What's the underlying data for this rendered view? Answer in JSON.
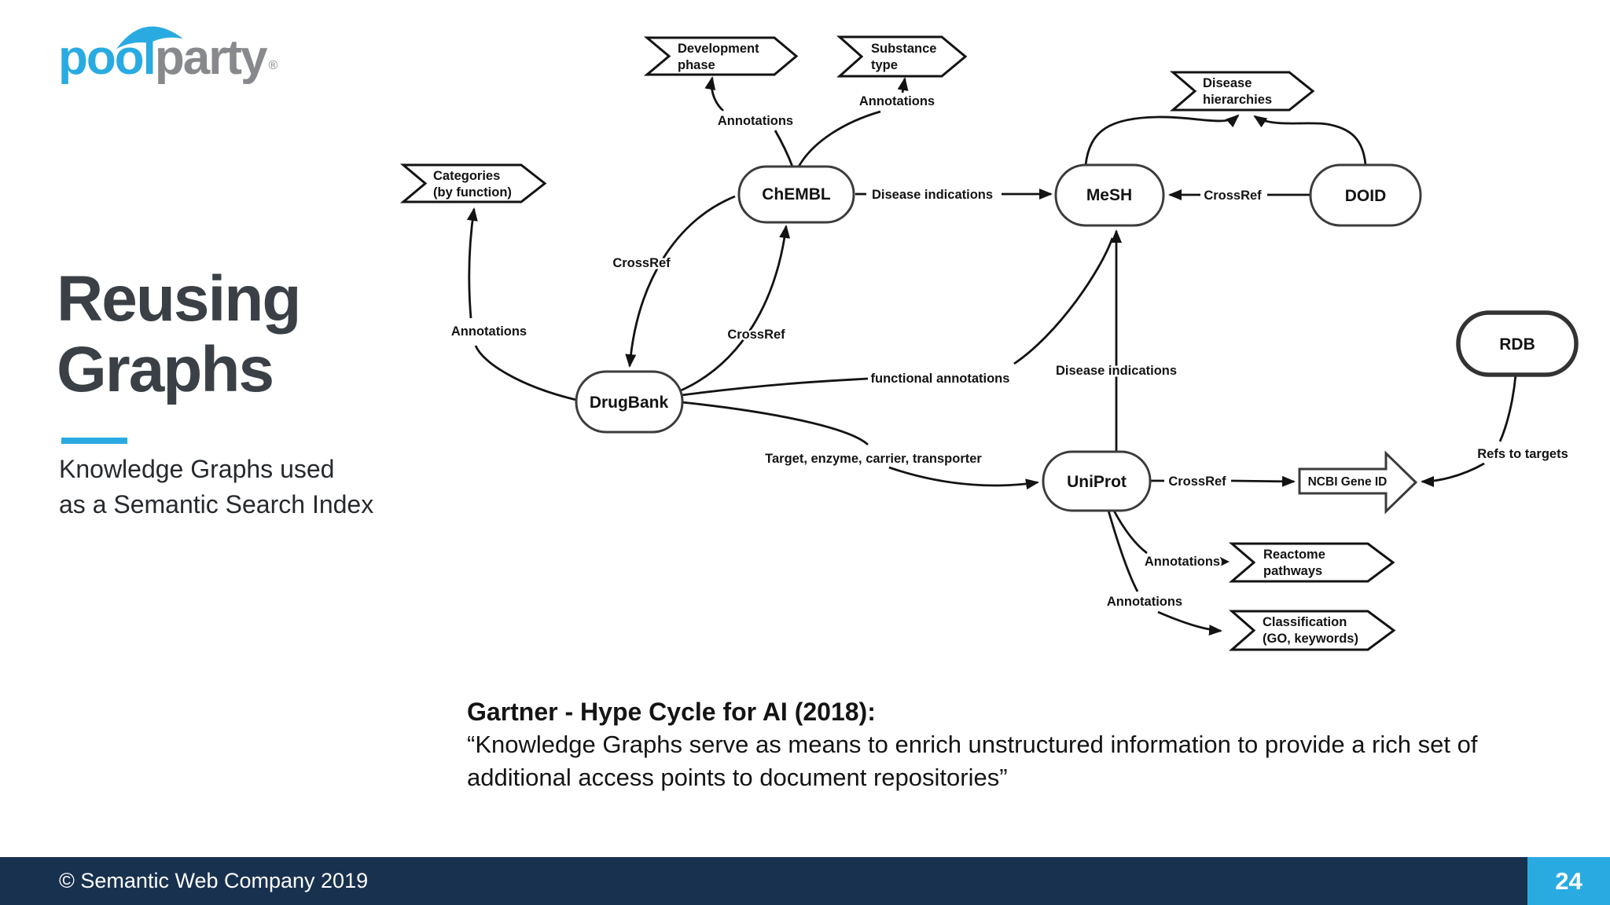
{
  "logo": {
    "pool": "pool",
    "party": "party",
    "registered": "®"
  },
  "title": {
    "line1": "Reusing",
    "line2": "Graphs"
  },
  "subtitle": {
    "line1": "Knowledge Graphs used",
    "line2": "as a Semantic Search Index"
  },
  "diagram": {
    "nodes": {
      "chembl": "ChEMBL",
      "mesh": "MeSH",
      "doid": "DOID",
      "drugbank": "DrugBank",
      "uniprot": "UniProt",
      "rdb": "RDB",
      "ncbi_gene_id": "NCBI Gene ID"
    },
    "banners": {
      "development_phase": {
        "line1": "Development",
        "line2": "phase"
      },
      "substance_type": {
        "line1": "Substance",
        "line2": "type"
      },
      "disease_hierarchies": {
        "line1": "Disease",
        "line2": "hierarchies"
      },
      "categories": {
        "line1": "Categories",
        "line2": "(by function)"
      },
      "reactome_pathways": {
        "line1": "Reactome",
        "line2": "pathways"
      },
      "classification": {
        "line1": "Classification",
        "line2": "(GO, keywords)"
      }
    },
    "edge_labels": {
      "annotations_dev": "Annotations",
      "annotations_substance": "Annotations",
      "annotations_categories": "Annotations",
      "annotations_reactome": "Annotations",
      "annotations_classification": "Annotations",
      "crossref_chembl_drugbank": "CrossRef",
      "crossref_drugbank_chembl": "CrossRef",
      "crossref_doid_mesh": "CrossRef",
      "crossref_uniprot_ncbi": "CrossRef",
      "disease_indications_chembl_mesh": "Disease indications",
      "disease_indications_uniprot_mesh": "Disease indications",
      "functional_annotations": "functional annotations",
      "target_enzyme_carrier_transporter": "Target, enzyme, carrier, transporter",
      "refs_to_targets": "Refs to targets"
    }
  },
  "quote": {
    "heading": "Gartner - Hype Cycle for AI (2018):",
    "line1": "“Knowledge Graphs serve as means to enrich unstructured information to provide a rich set of",
    "line2": "additional access points to document repositories”"
  },
  "footer": {
    "copyright": "© Semantic Web Company 2019",
    "page": "24"
  },
  "colors": {
    "accent_blue": "#29ABE2",
    "footer_navy": "#18314F",
    "logo_gray": "#87898C",
    "title_dark": "#3A4045",
    "ink": "#131313"
  }
}
